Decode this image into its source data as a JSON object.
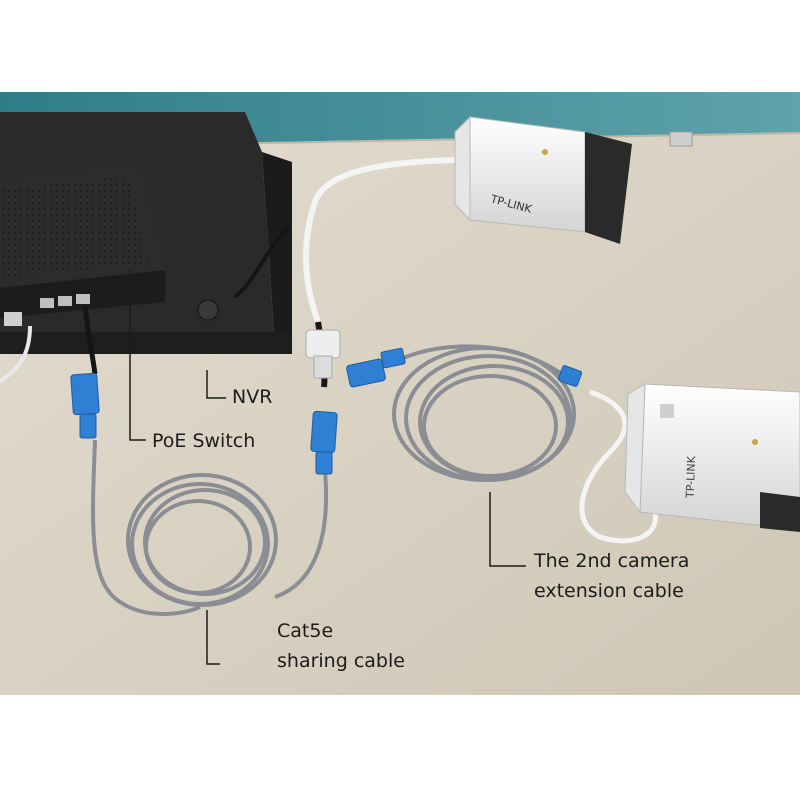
{
  "labels": {
    "nvr": "NVR",
    "poe_switch": "PoE Switch",
    "second_camera_line1": "The 2nd camera",
    "second_camera_line2": "extension cable",
    "cat5e_line1": "Cat5e",
    "cat5e_line2": "sharing cable"
  },
  "camera_brand": "TP-LINK",
  "colors": {
    "wall": "#3f8e9a",
    "desk": "#d9d2c3",
    "cable": "#8c9096",
    "connector": "#2f7fd4",
    "camera_body": "#f2f2f2",
    "device": "#242424"
  }
}
